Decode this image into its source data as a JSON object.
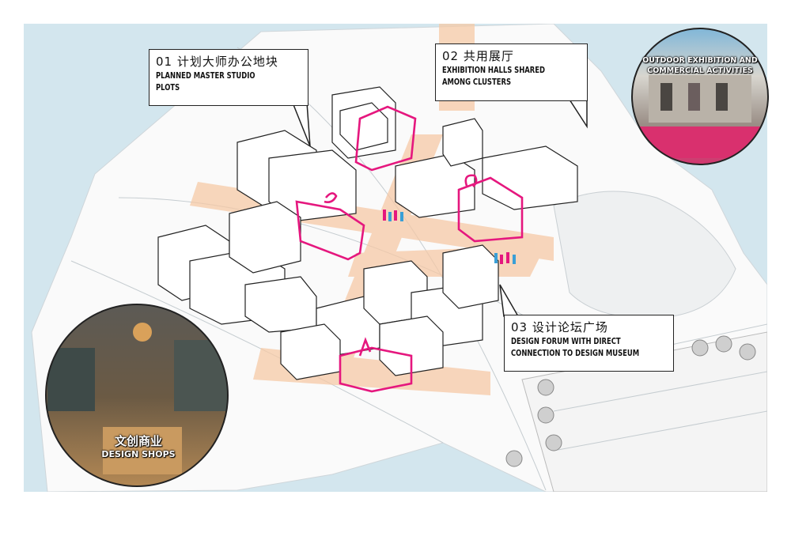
{
  "callouts": [
    {
      "number_cn": "01 计划大师办公地块",
      "english": [
        "PLANNED MASTER STUDIO",
        "PLOTS"
      ]
    },
    {
      "number_cn": "02 共用展厅",
      "english": [
        "EXHIBITION HALLS SHARED",
        "AMONG CLUSTERS"
      ]
    },
    {
      "number_cn": "03 设计论坛广场",
      "english": [
        "DESIGN FORUM WITH DIRECT",
        "CONNECTION TO DESIGN MUSEUM"
      ]
    }
  ],
  "photos": {
    "outdoor": {
      "label": [
        "OUTDOOR EXHIBITION AND",
        "COMMERCIAL ACTIVITIES"
      ]
    },
    "shops": {
      "label_cn": "文创商业",
      "label_en": "DESIGN SHOPS"
    }
  },
  "colors": {
    "water": "#d3e6ee",
    "highlight": "#e5177e",
    "path": "#f6c9a6",
    "line": "#333333"
  }
}
